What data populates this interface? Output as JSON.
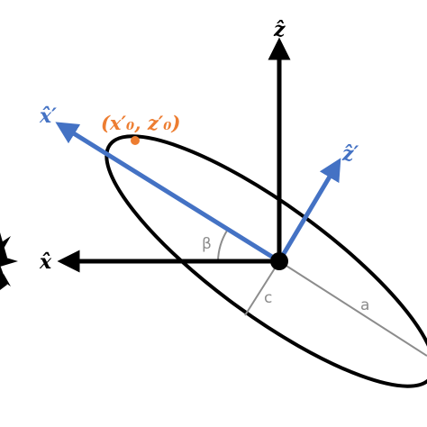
{
  "labels": {
    "z_axis": "ẑ",
    "x_axis": "x̂",
    "x_prime_axis": "x̂′",
    "z_prime_axis": "ẑ′",
    "point": "(x′₀, z′₀)",
    "beta": "β",
    "a": "a",
    "c": "c"
  },
  "colors": {
    "axis": "#000000",
    "rotated_axis": "#4472c4",
    "point": "#ed7d31",
    "dimension": "#8c8c8c",
    "ellipse": "#000000"
  }
}
